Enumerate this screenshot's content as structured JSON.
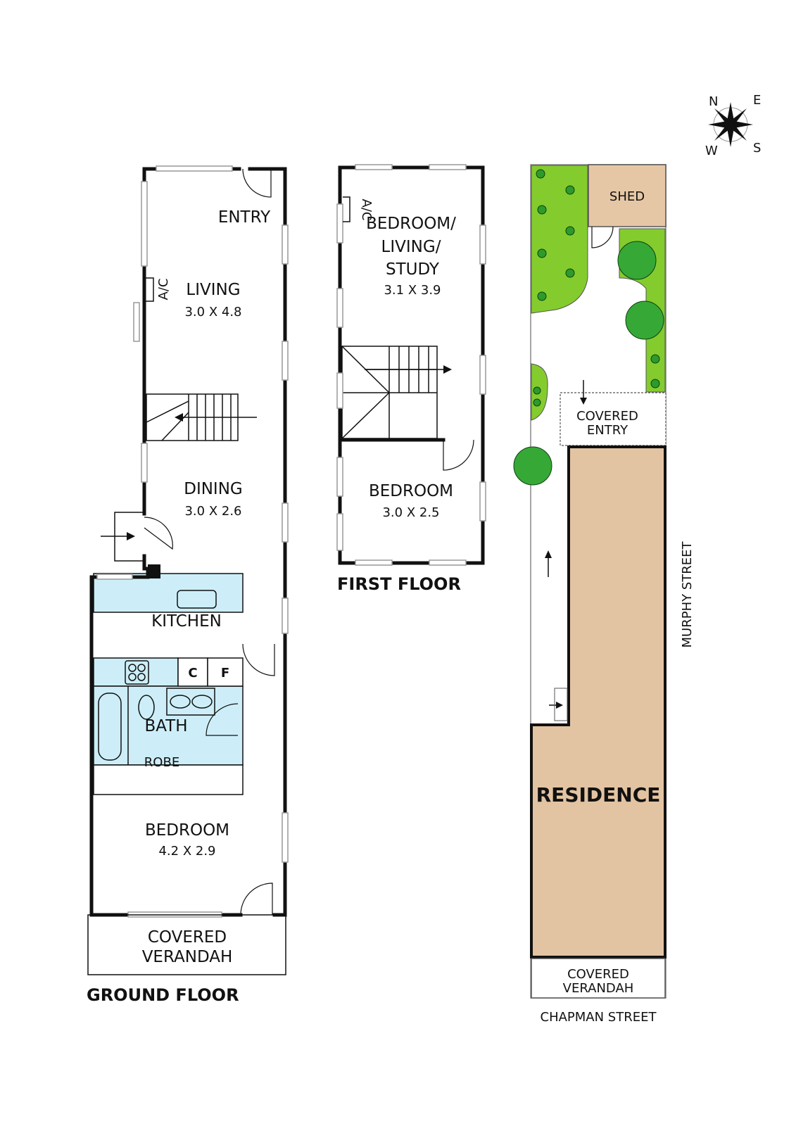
{
  "colors": {
    "wet_area": "#cdeef8",
    "garden": "#84cc2e",
    "residence": "#e3c4a2",
    "shed": "#e6c7a5",
    "wall": "#111111"
  },
  "compass": {
    "n": "N",
    "e": "E",
    "s": "S",
    "w": "W"
  },
  "ground_floor": {
    "title": "GROUND FLOOR",
    "entry": "ENTRY",
    "ac": "A/C",
    "living": {
      "name": "LIVING",
      "dims": "3.0 X 4.8"
    },
    "dining": {
      "name": "DINING",
      "dims": "3.0 X 2.6"
    },
    "kitchen": "KITCHEN",
    "cupboard": "C",
    "fridge": "F",
    "bath": "BATH",
    "robe": "ROBE",
    "bedroom": {
      "name": "BEDROOM",
      "dims": "4.2 X 2.9"
    },
    "verandah": {
      "line1": "COVERED",
      "line2": "VERANDAH"
    }
  },
  "first_floor": {
    "title": "FIRST FLOOR",
    "ac": "A/C",
    "bedroom_living_study": {
      "line1": "BEDROOM/",
      "line2": "LIVING/",
      "line3": "STUDY",
      "dims": "3.1 X 3.9"
    },
    "bedroom": {
      "name": "BEDROOM",
      "dims": "3.0 X 2.5"
    }
  },
  "site_plan": {
    "shed": "SHED",
    "covered_entry": {
      "line1": "COVERED",
      "line2": "ENTRY"
    },
    "residence": "RESIDENCE",
    "verandah": {
      "line1": "COVERED",
      "line2": "VERANDAH"
    },
    "side_street": "MURPHY STREET",
    "front_street": "CHAPMAN STREET"
  }
}
